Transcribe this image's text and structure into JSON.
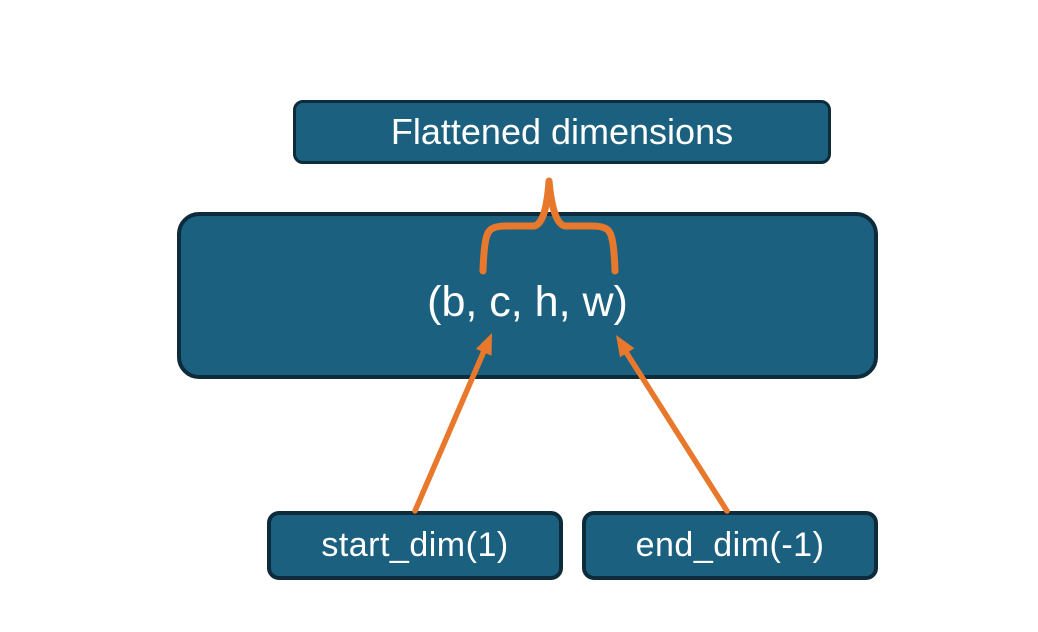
{
  "diagram": {
    "description": "Flatten operation dimensions diagram",
    "nodes": {
      "flattened_dimensions": {
        "label": "Flattened dimensions"
      },
      "tensor_shape": {
        "label": "(b, c, h, w)"
      },
      "start_dim": {
        "label": "start_dim(1)"
      },
      "end_dim": {
        "label": "end_dim(-1)"
      }
    },
    "connectors": {
      "overbrace": "brace grouping c,h,w up to Flattened dimensions",
      "start_dim_arrow": "points from start_dim(1) to dimension c",
      "end_dim_arrow": "points from end_dim(-1) to dimension w"
    },
    "colors": {
      "background": "#ffffff",
      "node_fill": "#1b617f",
      "node_border": "#0d2b3a",
      "accent_orange": "#e8782c",
      "text": "#ffffff"
    }
  }
}
